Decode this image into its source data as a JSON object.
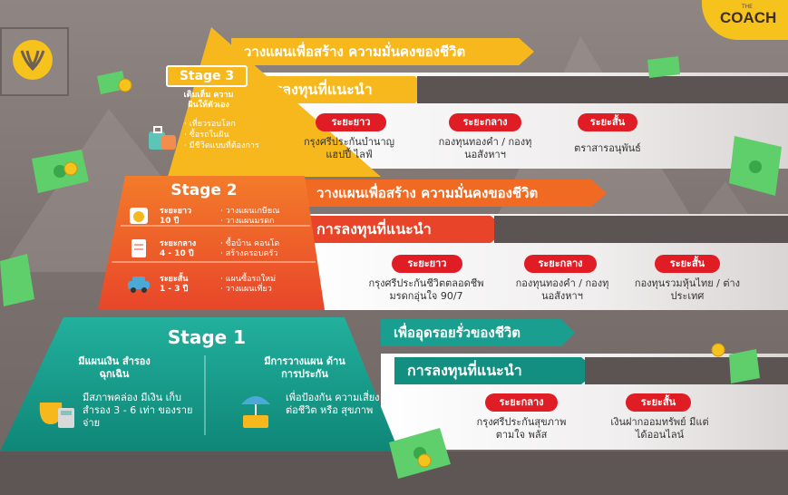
{
  "brand": {
    "coach_small": "THE",
    "coach_big": "COACH"
  },
  "stage3": {
    "title": "Stage 3",
    "goal": "วางแผนเพื่อสร้าง ความมั่นคงของชีวิต",
    "invest_title": "การลงทุนที่แนะนำ",
    "dream_title": "เติมเต็ม ความฝันให้ตัวเอง",
    "dream_items": [
      "· เที่ยวรอบโลก",
      "· ซื้อรถในฝัน",
      "· มีชีวิตแบบที่ต้องการ"
    ],
    "recs": [
      {
        "term": "ระยะยาว",
        "text": "กรุงศรีประกันบำนาญ แฮปปี้ ไลฟ์"
      },
      {
        "term": "ระยะกลาง",
        "text": "กองทุนทองคำ / กองทุนอสังหาฯ"
      },
      {
        "term": "ระยะสั้น",
        "text": "ตราสารอนุพันธ์"
      }
    ]
  },
  "stage2": {
    "title": "Stage 2",
    "goal": "วางแผนเพื่อสร้าง ความมั่นคงของชีวิต",
    "invest_title": "การลงทุนที่แนะนำ",
    "rows": [
      {
        "term": "ระยะยาว",
        "years": "10 ปี",
        "items": "· วางแผนเกษียณ\n· วางแผนมรดก"
      },
      {
        "term": "ระยะกลาง",
        "years": "4 - 10 ปี",
        "items": "· ซื้อบ้าน คอนโด\n· สร้างครอบครัว"
      },
      {
        "term": "ระยะสั้น",
        "years": "1 - 3 ปี",
        "items": "· แผนซื้อรถใหม่\n· วางแผนเที่ยว"
      }
    ],
    "recs": [
      {
        "term": "ระยะยาว",
        "text": "กรุงศรีประกันชีวิตตลอดชีพ มรดกอุ่นใจ 90/7"
      },
      {
        "term": "ระยะกลาง",
        "text": "กองทุนทองคำ / กองทุนอสังหาฯ"
      },
      {
        "term": "ระยะสั้น",
        "text": "กองทุนรวมหุ้นไทย / ต่างประเทศ"
      }
    ]
  },
  "stage1": {
    "title": "Stage 1",
    "goal": "เพื่ออุดรอยรั่วของชีวิต",
    "invest_title": "การลงทุนที่แนะนำ",
    "left_title": "มีแผนเงิน สำรองฉุกเฉิน",
    "left_text": "มีสภาพคล่อง มีเงิน เก็บสำรอง 3 - 6 เท่า ของรายจ่าย",
    "right_title": "มีการวางแผน ด้านการประกัน",
    "right_text": "เพื่อป้องกัน ความเสี่ยงต่อชีวิต หรือ สุขภาพ",
    "recs": [
      {
        "term": "ระยะกลาง",
        "text": "กรุงศรีประกันสุขภาพ ตามใจ พลัส"
      },
      {
        "term": "ระยะสั้น",
        "text": "เงินฝากออมทรัพย์ มีแต่ได้ออนไลน์"
      }
    ]
  },
  "colors": {
    "yellow": "#f6b81c",
    "orange": "#f06a24",
    "teal": "#1a9e8f",
    "red": "#e01d24"
  }
}
